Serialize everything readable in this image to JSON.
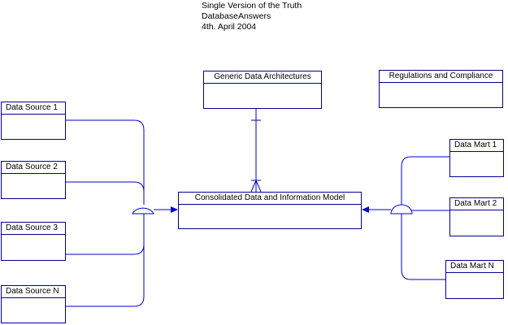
{
  "header": {
    "line1": "Single Version of the Truth",
    "line2": "DatabaseAnswers",
    "line3": "4th. April 2004"
  },
  "entities": {
    "generic": "Generic Data Architectures",
    "regulations": "Regulations and Compliance",
    "consolidated": "Consolidated Data and Information Model",
    "source1": "Data Source 1",
    "source2": "Data Source 2",
    "source3": "Data Source 3",
    "sourceN": "Data Source N",
    "mart1": "Data Mart 1",
    "mart2": "Data Mart 2",
    "martN": "Data Mart N"
  },
  "colors": {
    "line": "#0000cc",
    "border": "#000099",
    "text": "#000000",
    "background": "#ffffff"
  }
}
